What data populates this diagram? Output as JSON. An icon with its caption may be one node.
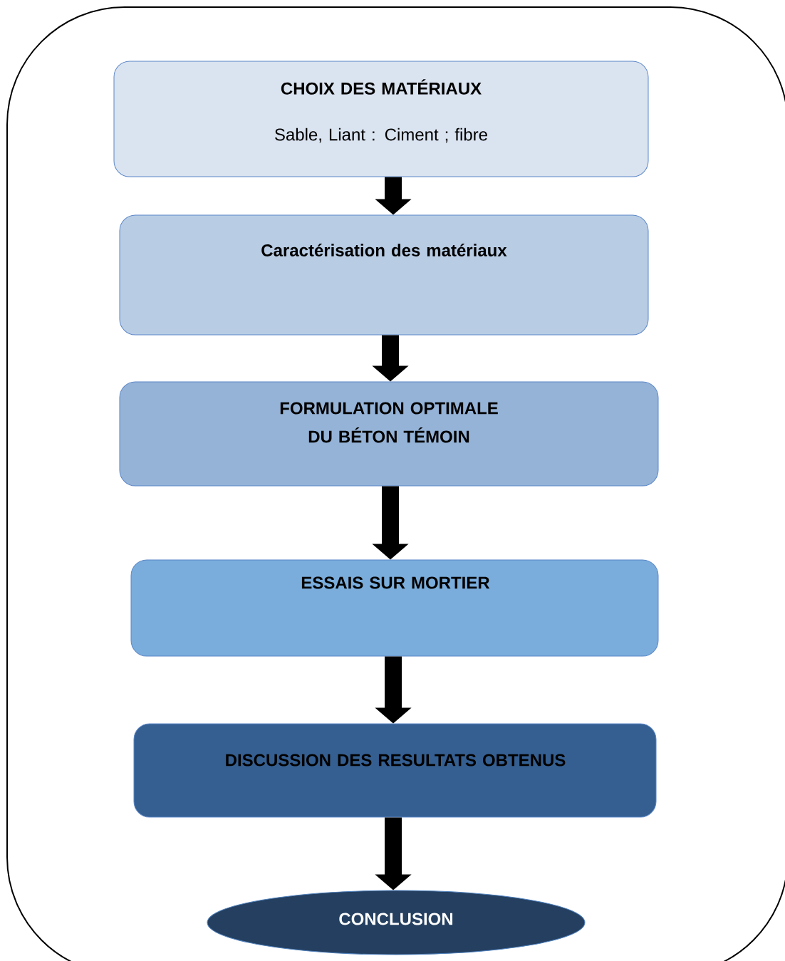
{
  "diagram": {
    "nodes": [
      {
        "text": [
          "CHOIX DES MATÉRIAUX",
          "Sable, Liant : Ciment ; fibre"
        ]
      },
      {
        "text": [
          "Caractérisation des matériaux"
        ]
      },
      {
        "text": [
          "FORMULATION OPTIMALE DU BÉTON TÉMOIN"
        ]
      },
      {
        "text": [
          "ESSAIS SUR MORTIER"
        ]
      },
      {
        "text": [
          "DISCUSSION DES RESULTATS OBTENUS"
        ]
      },
      {
        "text": [
          "CONCLUSION"
        ]
      }
    ],
    "edges": [
      {
        "from": 0,
        "to": 1,
        "arrow": "to"
      },
      {
        "from": 1,
        "to": 2,
        "arrow": "to"
      },
      {
        "from": 2,
        "to": 3,
        "arrow": "to"
      },
      {
        "from": 3,
        "to": 4,
        "arrow": "to"
      },
      {
        "from": 4,
        "to": 5,
        "arrow": "to"
      }
    ]
  }
}
